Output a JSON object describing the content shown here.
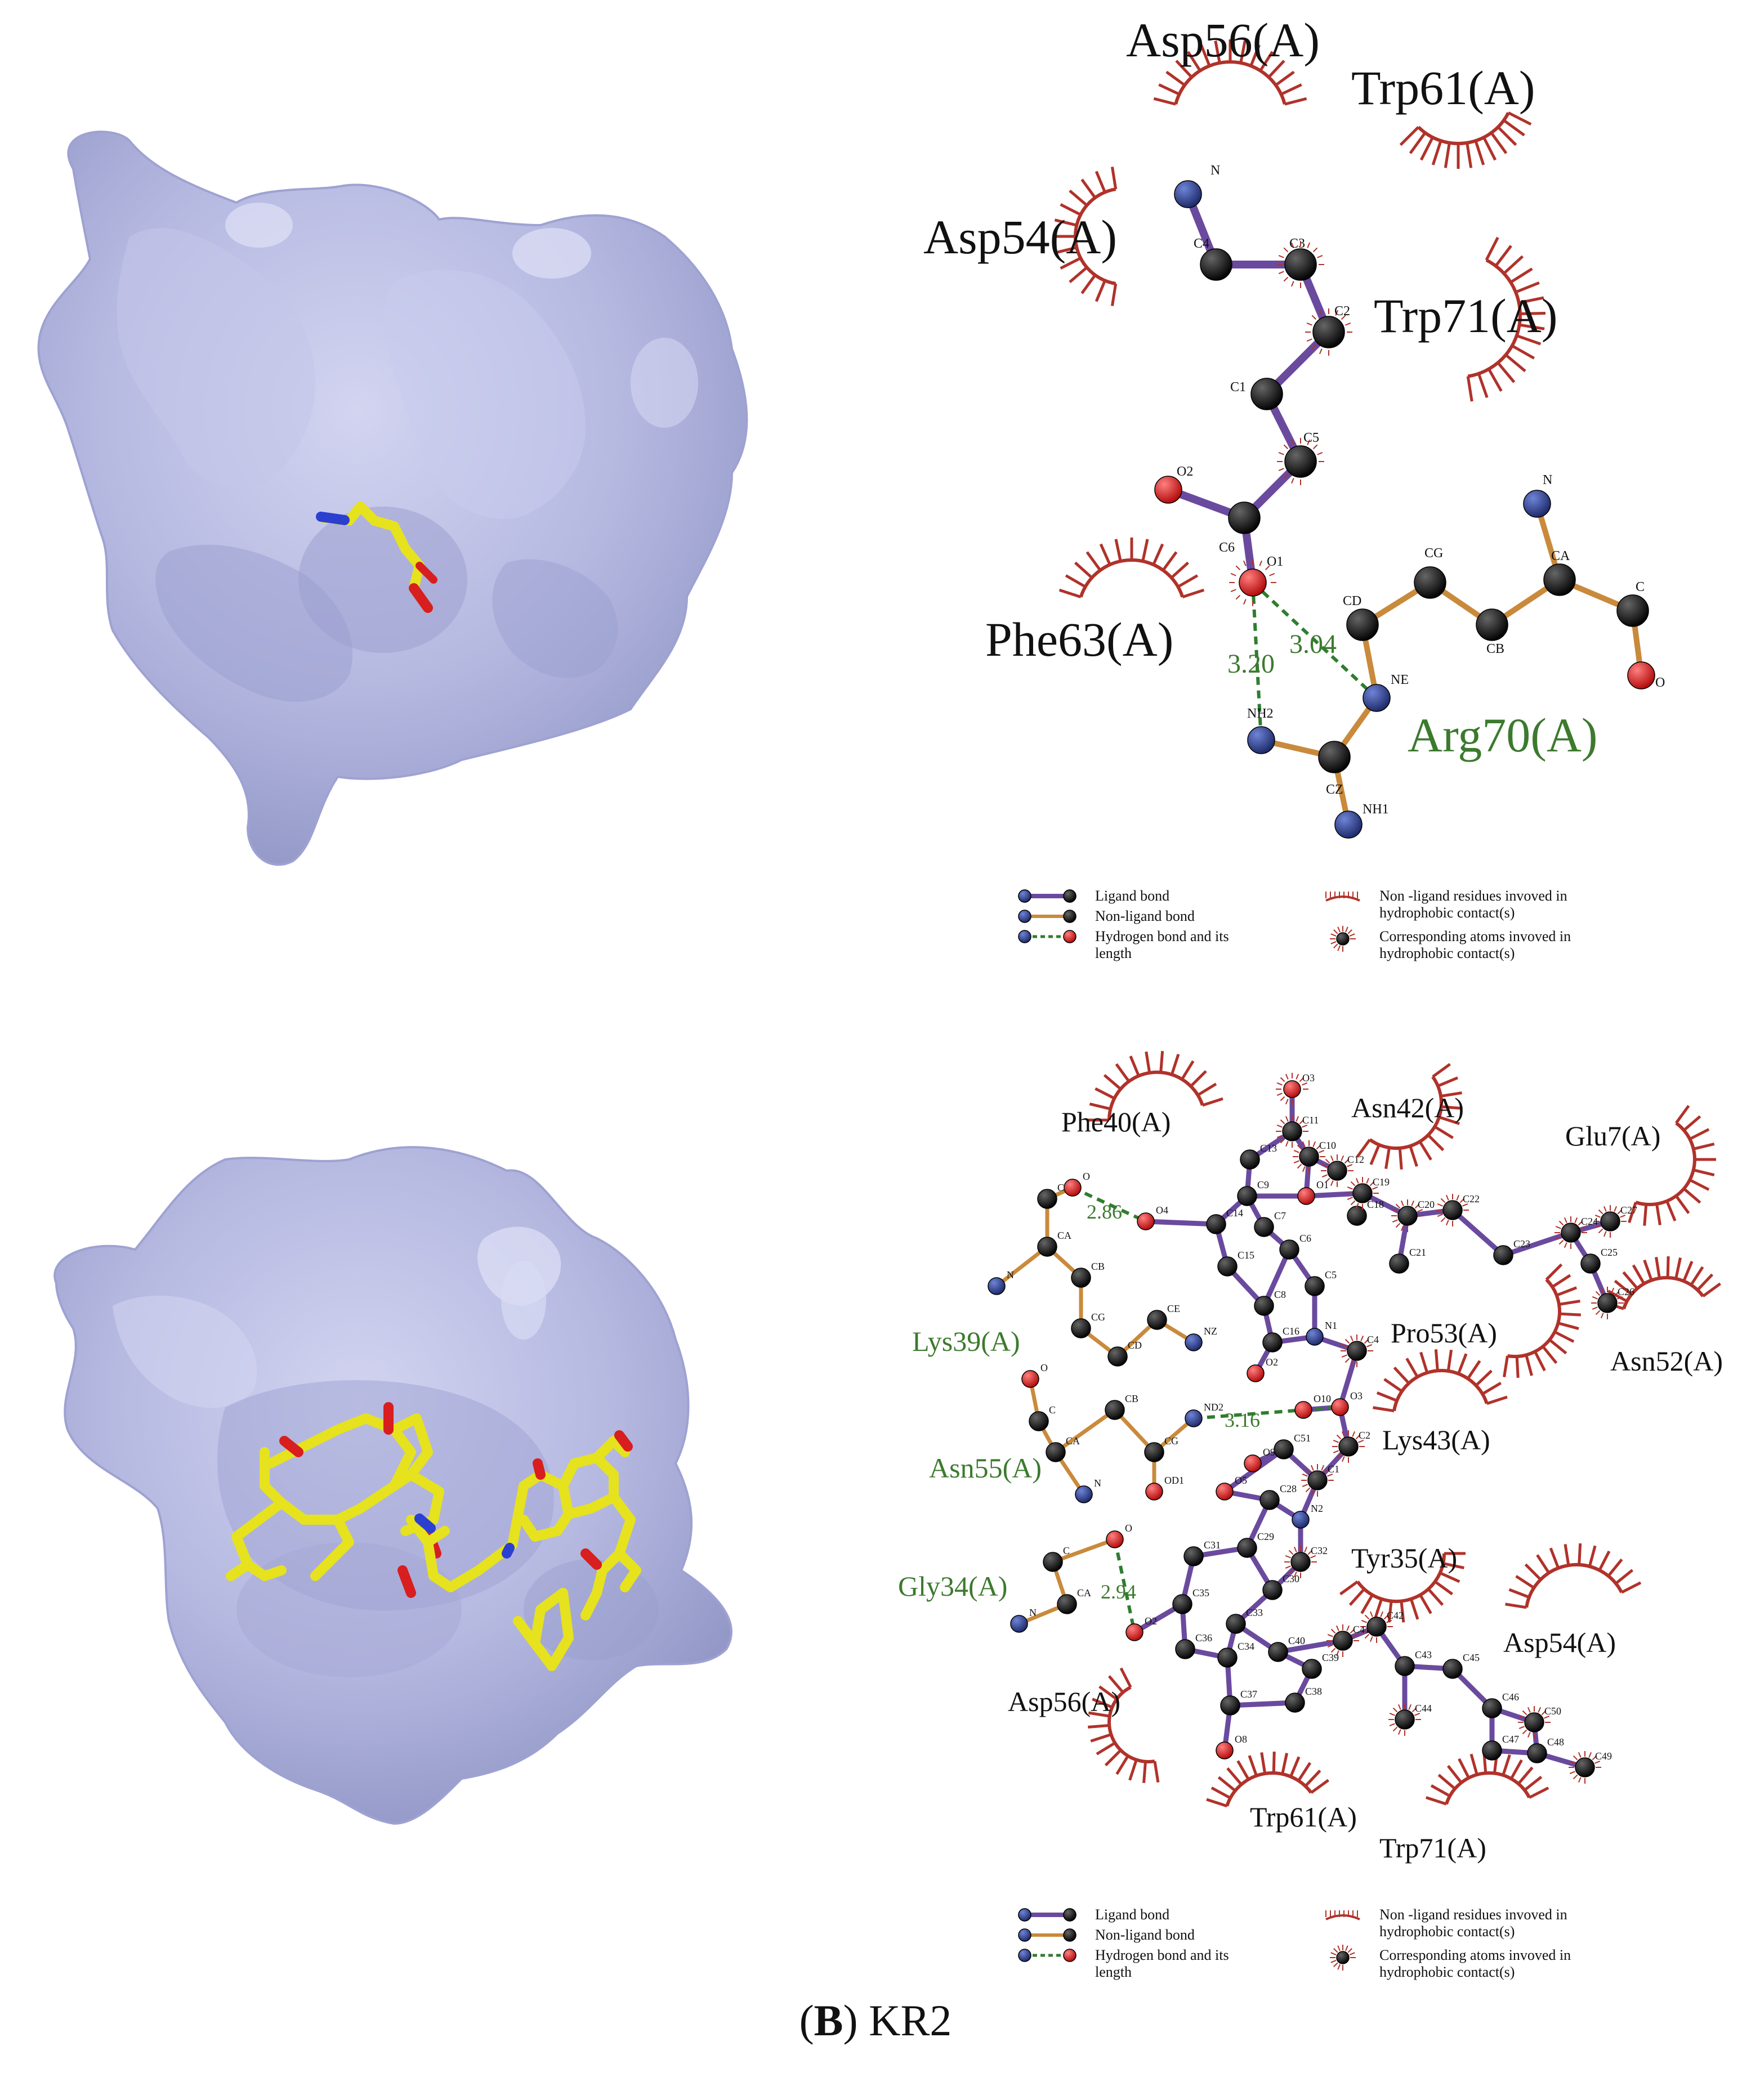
{
  "caption": {
    "letter": "B",
    "text": " KR2"
  },
  "colors": {
    "surface": "#b9bce2",
    "surface_shadow": "#8f93c4",
    "ligand_stick": "#e6e21e",
    "ligand_bond": "#6a4a9e",
    "nonligand_bond": "#c98a3c",
    "hbond": "#2f7d2f",
    "hydrophobic": "#b0322a",
    "carbon": "#111111",
    "nitrogen": "#2c3f8e",
    "oxygen": "#d81e1e",
    "hbond_label": "#3c7a2e"
  },
  "legend": {
    "ligand_bond": "Ligand bond",
    "nonligand_bond": "Non-ligand bond",
    "hbond": "Hydrogen bond and its",
    "hbond2": "length",
    "hydrophobic": "Non -ligand residues invoved in",
    "hydrophobic2": "hydrophobic contact(s)",
    "corresponding": "Corresponding atoms invoved in",
    "corresponding2": "hydrophobic contact(s)"
  },
  "top": {
    "residues": [
      {
        "label": "Asp56(A)",
        "color": "black"
      },
      {
        "label": "Trp61(A)",
        "color": "black"
      },
      {
        "label": "Asp54(A)",
        "color": "black"
      },
      {
        "label": "Trp71(A)",
        "color": "black"
      },
      {
        "label": "Phe63(A)",
        "color": "black"
      },
      {
        "label": "Arg70(A)",
        "color": "green"
      }
    ],
    "hbonds": [
      "3.20",
      "3.04"
    ],
    "atoms": [
      "N",
      "C4",
      "C3",
      "C2",
      "C1",
      "C5",
      "O2",
      "C6",
      "O1",
      "N",
      "CG",
      "CA",
      "CD",
      "CB",
      "C",
      "O",
      "NE",
      "NH2",
      "CZ",
      "NH1"
    ]
  },
  "bottom": {
    "residues": [
      {
        "label": "Phe40(A)",
        "color": "black"
      },
      {
        "label": "Asn42(A)",
        "color": "black"
      },
      {
        "label": "Glu7(A)",
        "color": "black"
      },
      {
        "label": "Lys39(A)",
        "color": "green"
      },
      {
        "label": "Pro53(A)",
        "color": "black"
      },
      {
        "label": "Asn52(A)",
        "color": "black"
      },
      {
        "label": "Lys43(A)",
        "color": "black"
      },
      {
        "label": "Asn55(A)",
        "color": "green"
      },
      {
        "label": "Tyr35(A)",
        "color": "black"
      },
      {
        "label": "Gly34(A)",
        "color": "green"
      },
      {
        "label": "Asp54(A)",
        "color": "black"
      },
      {
        "label": "Asp56(A)",
        "color": "black"
      },
      {
        "label": "Trp61(A)",
        "color": "black"
      },
      {
        "label": "Trp71(A)",
        "color": "black"
      }
    ],
    "hbonds": [
      "2.86",
      "3.16",
      "2.94"
    ],
    "atoms": [
      "O3",
      "C11",
      "C10",
      "C13",
      "C12",
      "O1",
      "C19",
      "C9",
      "C20",
      "C22",
      "O",
      "C",
      "O4",
      "C18",
      "C24",
      "C27",
      "C14",
      "C7",
      "C21",
      "C23",
      "C6",
      "C25",
      "CA",
      "C15",
      "C26",
      "N",
      "C5",
      "CB",
      "CE",
      "C8",
      "N1",
      "NZ",
      "CG",
      "C16",
      "C4",
      "CD",
      "O2",
      "O",
      "CB",
      "O10",
      "O3",
      "ND2",
      "C",
      "C51",
      "C2",
      "CA",
      "CG",
      "O9",
      "N",
      "OD1",
      "O5",
      "C1",
      "C28",
      "N2",
      "O",
      "C31",
      "C29",
      "C32",
      "C",
      "CA",
      "C30",
      "N",
      "C35",
      "O2",
      "C33",
      "C40",
      "C41",
      "C42",
      "C36",
      "C34",
      "C39",
      "C43",
      "C45",
      "C44",
      "C46",
      "C37",
      "C38",
      "C50",
      "O8",
      "C47",
      "C48",
      "C49"
    ]
  }
}
